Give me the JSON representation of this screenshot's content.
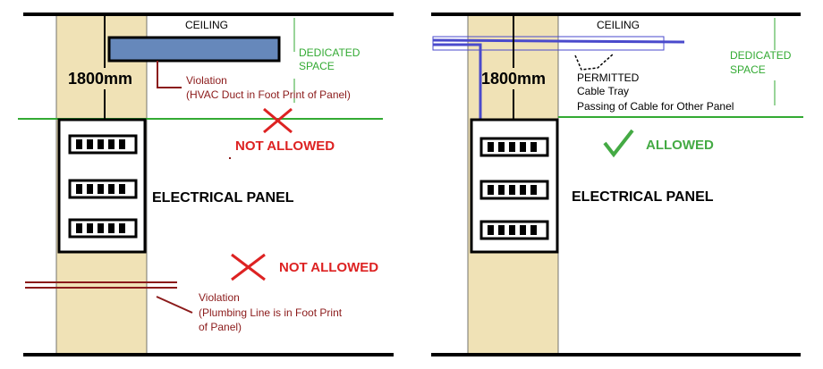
{
  "left": {
    "ceiling": "CEILING",
    "dedicated_line1": "DEDICATED",
    "dedicated_line2": "SPACE",
    "height": "1800mm",
    "violation1_title": "Violation",
    "violation1_detail": "(HVAC Duct in Foot Print of Panel)",
    "not_allowed_1": "NOT ALLOWED",
    "panel_label": "ELECTRICAL PANEL",
    "not_allowed_2": "NOT ALLOWED",
    "violation2_title": "Violation",
    "violation2_line1": "(Plumbing Line is in Foot Print",
    "violation2_line2": "of Panel)"
  },
  "right": {
    "ceiling": "CEILING",
    "dedicated_line1": "DEDICATED",
    "dedicated_line2": "SPACE",
    "height": "1800mm",
    "permitted": "PERMITTED",
    "cable_tray": "Cable Tray",
    "passing": "Passing of Cable for Other Panel",
    "allowed": "ALLOWED",
    "panel_label": "ELECTRICAL PANEL"
  },
  "colors": {
    "footprint": "#f0e2b6",
    "dedicated_green": "#33aa33",
    "violation_maroon": "#8b1a1a",
    "not_allowed_red": "#dd2222",
    "duct_blue": "#6688bb",
    "cable_blue": "#4a4acc",
    "allowed_green": "#44aa44"
  }
}
